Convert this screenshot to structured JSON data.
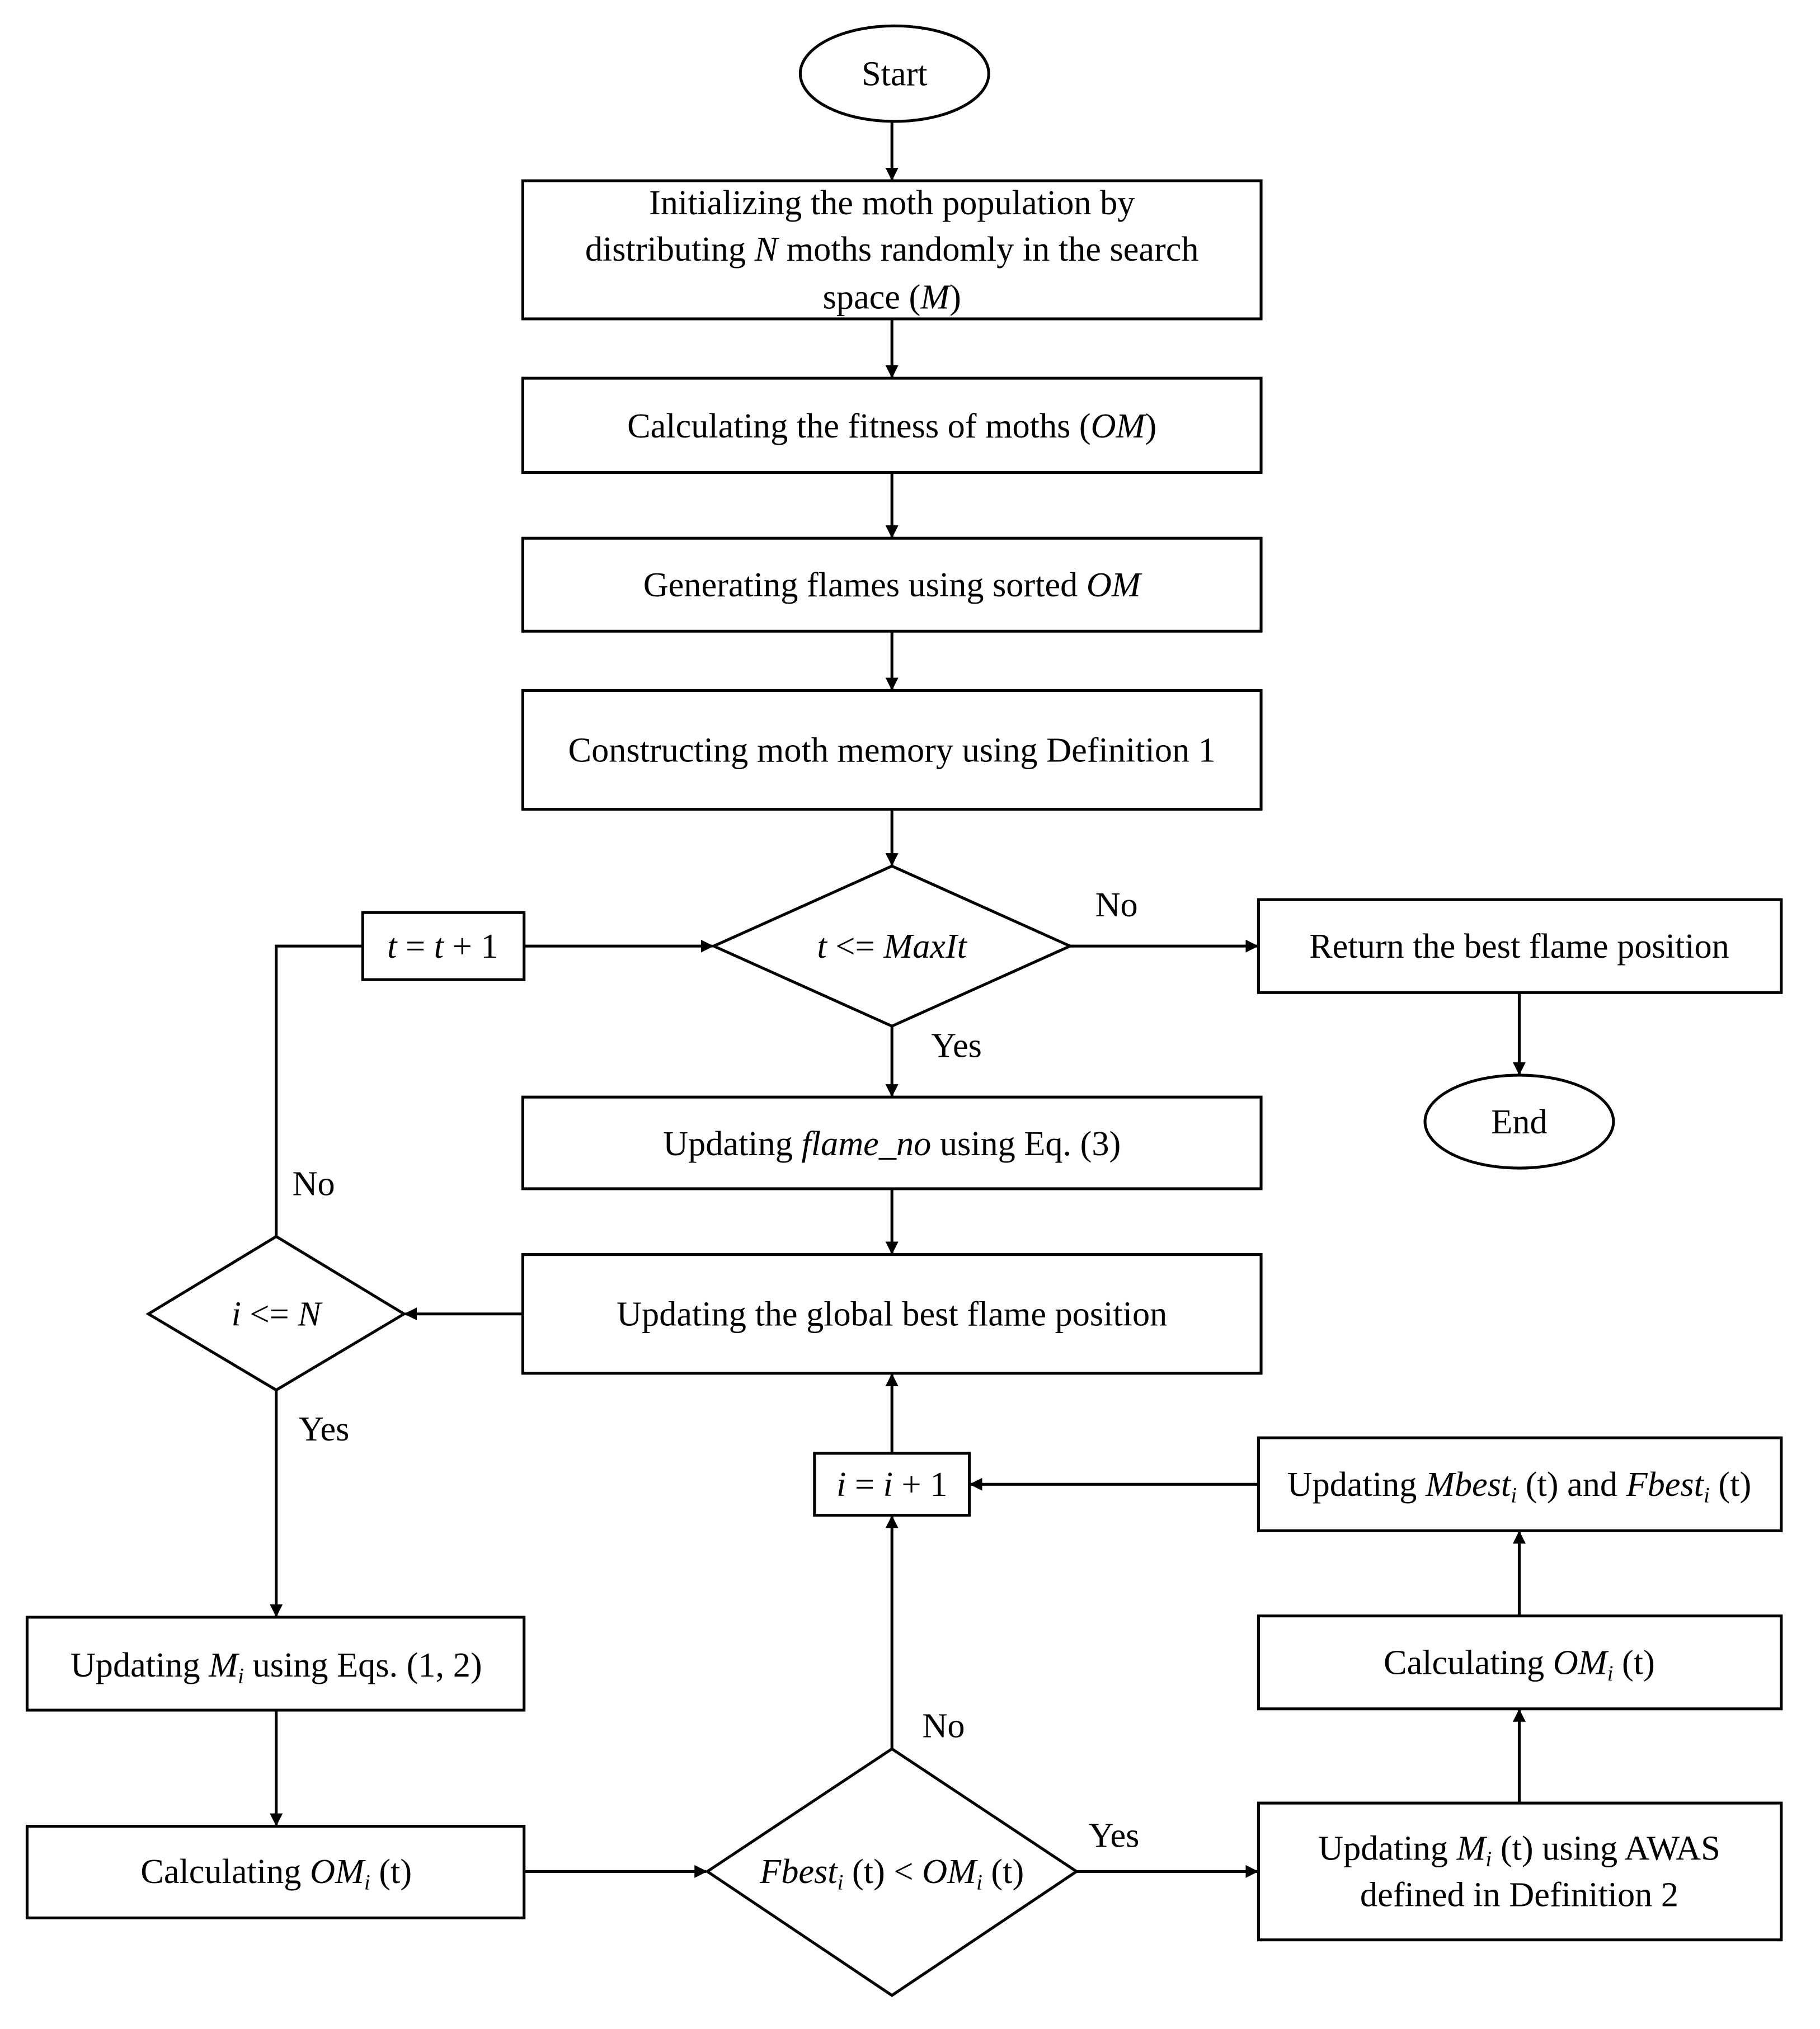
{
  "nodes": {
    "start": [
      {
        "t": "Start"
      }
    ],
    "init_1": [
      {
        "t": "Initializing the moth population by"
      }
    ],
    "init_2": [
      {
        "t": "distributing "
      },
      {
        "t": "N",
        "i": true
      },
      {
        "t": " moths randomly in the search"
      }
    ],
    "init_3": [
      {
        "t": "space ("
      },
      {
        "t": "M",
        "i": true
      },
      {
        "t": ")"
      }
    ],
    "fitness": [
      {
        "t": "Calculating the fitness of moths ("
      },
      {
        "t": "OM",
        "i": true
      },
      {
        "t": ")"
      }
    ],
    "flames": [
      {
        "t": "Generating flames using sorted "
      },
      {
        "t": "OM",
        "i": true
      }
    ],
    "memory": [
      {
        "t": "Constructing moth memory using Definition 1"
      }
    ],
    "cond_maxit": [
      {
        "t": "t",
        "i": true
      },
      {
        "t": " <= "
      },
      {
        "t": "MaxIt",
        "i": true
      }
    ],
    "return_best": [
      {
        "t": "Return the best flame position"
      }
    ],
    "end": [
      {
        "t": "End"
      }
    ],
    "t_increment": [
      {
        "t": "t",
        "i": true
      },
      {
        "t": " = "
      },
      {
        "t": "t",
        "i": true
      },
      {
        "t": " + 1"
      }
    ],
    "flame_no": [
      {
        "t": "Updating "
      },
      {
        "t": "flame_no",
        "i": true
      },
      {
        "t": " using Eq. (3)"
      }
    ],
    "global_best": [
      {
        "t": "Updating the global best flame position"
      }
    ],
    "cond_n": [
      {
        "t": "i",
        "i": true
      },
      {
        "t": " <= "
      },
      {
        "t": "N",
        "i": true
      }
    ],
    "i_increment": [
      {
        "t": "i",
        "i": true
      },
      {
        "t": " = "
      },
      {
        "t": "i",
        "i": true
      },
      {
        "t": " + 1"
      }
    ],
    "update_mbest": [
      {
        "t": "Updating "
      },
      {
        "t": "Mbest",
        "i": true
      },
      {
        "t": "i",
        "i": true,
        "sub": true
      },
      {
        "t": " (t) and "
      },
      {
        "t": "Fbest",
        "i": true
      },
      {
        "t": "i",
        "i": true,
        "sub": true
      },
      {
        "t": " (t)"
      }
    ],
    "calc_om_right": [
      {
        "t": "Calculating "
      },
      {
        "t": "OM",
        "i": true
      },
      {
        "t": "i",
        "i": true,
        "sub": true
      },
      {
        "t": " (t)"
      }
    ],
    "awas_1": [
      {
        "t": "Updating "
      },
      {
        "t": "M",
        "i": true
      },
      {
        "t": "i",
        "i": true,
        "sub": true
      },
      {
        "t": " (t) using AWAS"
      }
    ],
    "awas_2": [
      {
        "t": "defined in Definition 2"
      }
    ],
    "update_mi": [
      {
        "t": "Updating "
      },
      {
        "t": "M",
        "i": true
      },
      {
        "t": "i",
        "i": true,
        "sub": true
      },
      {
        "t": " using Eqs. (1, 2)"
      }
    ],
    "calc_om_left": [
      {
        "t": "Calculating "
      },
      {
        "t": "OM",
        "i": true
      },
      {
        "t": "i",
        "i": true,
        "sub": true
      },
      {
        "t": " (t)"
      }
    ],
    "cond_fbest": [
      {
        "t": "Fbest",
        "i": true
      },
      {
        "t": "i",
        "i": true,
        "sub": true
      },
      {
        "t": " (t) < "
      },
      {
        "t": "OM",
        "i": true
      },
      {
        "t": "i",
        "i": true,
        "sub": true
      },
      {
        "t": " (t)"
      }
    ]
  },
  "edge_labels": {
    "maxit_no": "No",
    "maxit_yes": "Yes",
    "n_no": "No",
    "n_yes": "Yes",
    "fbest_no": "No",
    "fbest_yes": "Yes"
  }
}
